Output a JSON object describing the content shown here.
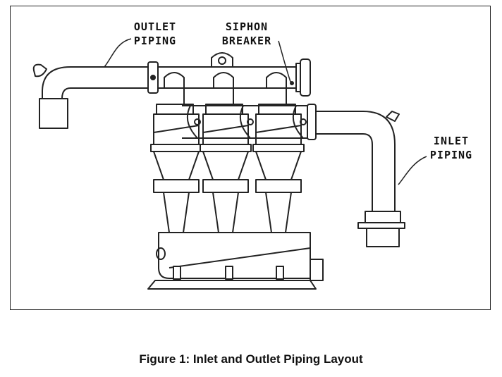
{
  "labels": {
    "outlet_line1": "OUTLET",
    "outlet_line2": "PIPING",
    "siphon_line1": "SIPHON",
    "siphon_line2": "BREAKER",
    "inlet_line1": "INLET",
    "inlet_line2": "PIPING"
  },
  "caption": "Figure 1:  Inlet and Outlet Piping Layout",
  "colors": {
    "line": "#222222",
    "background": "#ffffff"
  }
}
